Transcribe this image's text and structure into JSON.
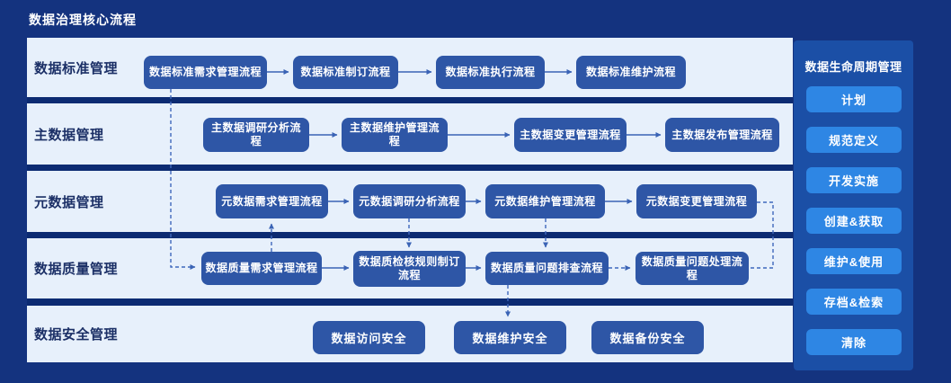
{
  "title": "数据治理核心流程",
  "colors": {
    "page_bg": "#14337f",
    "row_bg": "#e7f0fb",
    "process_box": "#2e56a6",
    "arrow": "#3a63b5",
    "sidebar_panel": "#1b4fa6",
    "sidebar_button": "#2e86e4",
    "row_label_text": "#1b2f66"
  },
  "rows": [
    {
      "label": "数据标准管理",
      "boxes": [
        "数据标准需求管理流程",
        "数据标准制订流程",
        "数据标准执行流程",
        "数据标准维护流程"
      ]
    },
    {
      "label": "主数据管理",
      "boxes": [
        "主数据调研分析流程",
        "主数据维护管理流程",
        "主数据变更管理流程",
        "主数据发布管理流程"
      ]
    },
    {
      "label": "元数据管理",
      "boxes": [
        "元数据需求管理流程",
        "元数据调研分析流程",
        "元数据维护管理流程",
        "元数据变更管理流程"
      ]
    },
    {
      "label": "数据质量管理",
      "boxes": [
        "数据质量需求管理流程",
        "数据质检核规则制订流程",
        "数据质量问题排查流程",
        "数据质量问题处理流程"
      ]
    },
    {
      "label": "数据安全管理",
      "boxes": [
        "数据访问安全",
        "数据维护安全",
        "数据备份安全"
      ]
    }
  ],
  "sidebar": {
    "title": "数据生命周期管理",
    "buttons": [
      "计划",
      "规范定义",
      "开发实施",
      "创建&获取",
      "维护&使用",
      "存档&检索",
      "清除"
    ]
  }
}
